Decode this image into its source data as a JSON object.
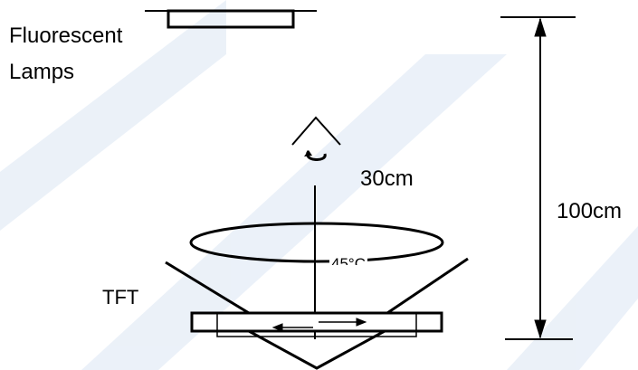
{
  "labels": {
    "lamps_line1": "Fluorescent",
    "lamps_line2": "Lamps",
    "eye_distance": "30cm",
    "lamp_distance": "100cm",
    "panel": "TFT",
    "angle": "45°C"
  },
  "colors": {
    "line": "#000000",
    "watermark": "#dbe6f4",
    "background": "#ffffff"
  },
  "icons": {
    "observer": "eye-rotation-icon"
  }
}
